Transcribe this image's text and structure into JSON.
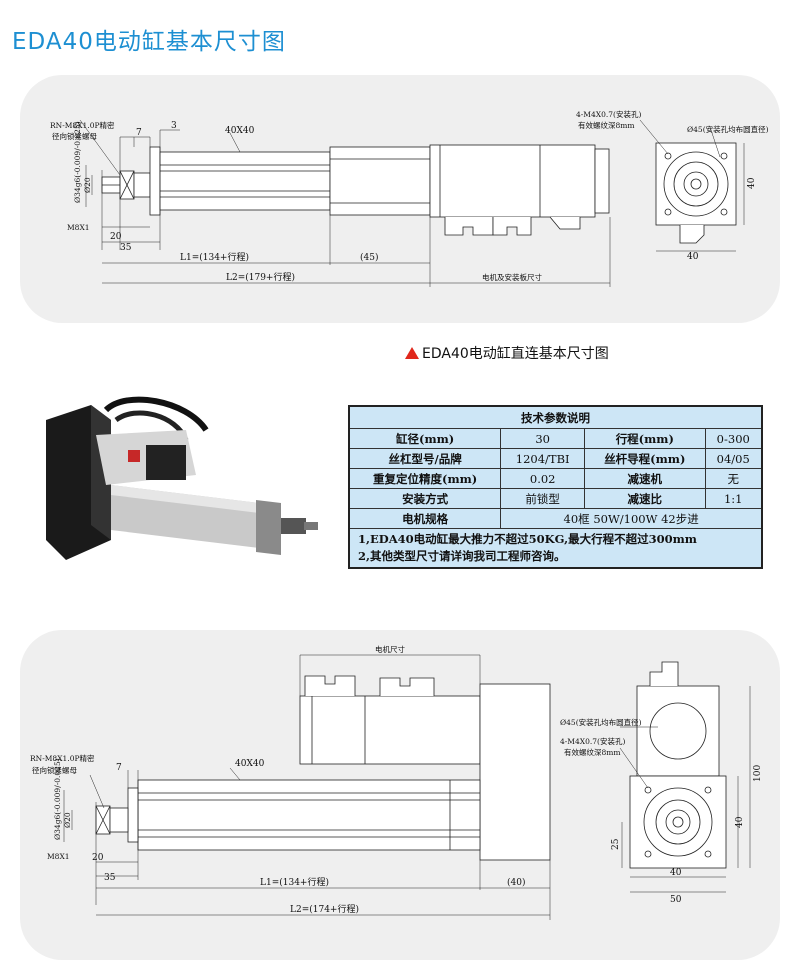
{
  "page": {
    "title": "EDA40电动缸基本尺寸图"
  },
  "diagram1": {
    "caption": "EDA40电动缸直连基本尺寸图",
    "labels": {
      "rn_line1": "RN-M8X1.0P精密",
      "rn_line2": "径向锁紧螺母",
      "d7": "7",
      "d3": "3",
      "d40x40": "40X40",
      "phi34": "Ø34g6(-0.009/-0.025)",
      "phi20": "Ø20",
      "m8x1": "M8X1",
      "d20": "20",
      "d35": "35",
      "l1": "L1=(134+行程)",
      "d45": "(45)",
      "l2": "L2=(179+行程)",
      "motor_mount": "电机及安装板尺寸",
      "m4_line1": "4-M4X0.7(安装孔)",
      "m4_line2": "有效螺纹深8mm",
      "phi45": "Ø45(安装孔均布圆直径)",
      "end40_h": "40",
      "end40_v": "40"
    }
  },
  "spec_table": {
    "title": "技术参数说明",
    "rows": [
      [
        "缸径(mm)",
        "30",
        "行程(mm)",
        "0-300"
      ],
      [
        "丝杠型号/品牌",
        "1204/TBI",
        "丝杆导程(mm)",
        "04/05"
      ],
      [
        "重复定位精度(mm)",
        "0.02",
        "减速机",
        "无"
      ],
      [
        "安装方式",
        "前锁型",
        "减速比",
        "1:1"
      ]
    ],
    "motor_label": "电机规格",
    "motor_value": "40框  50W/100W  42步进",
    "note1": "1,EDA40电动缸最大推力不超过50KG,最大行程不超过300mm",
    "note2": "2,其他类型尺寸请详询我司工程师咨询。"
  },
  "diagram2": {
    "labels": {
      "motor_size": "电机尺寸",
      "rn_line1": "RN-M8X1.0P精密",
      "rn_line2": "径向锁紧螺母",
      "d40x40": "40X40",
      "phi34": "Ø34g6(-0.009/-0.025)",
      "phi20": "Ø20",
      "m8x1": "M8X1",
      "d7": "7",
      "d20": "20",
      "d35": "35",
      "l1": "L1=(134+行程)",
      "d40p": "(40)",
      "l2": "L2=(174+行程)",
      "phi45": "Ø45(安装孔均布圆直径)",
      "m4_line1": "4-M4X0.7(安装孔)",
      "m4_line2": "有效螺纹深8mm",
      "d100": "100",
      "d40v": "40",
      "d25": "25",
      "d40h": "40",
      "d50": "50"
    }
  }
}
